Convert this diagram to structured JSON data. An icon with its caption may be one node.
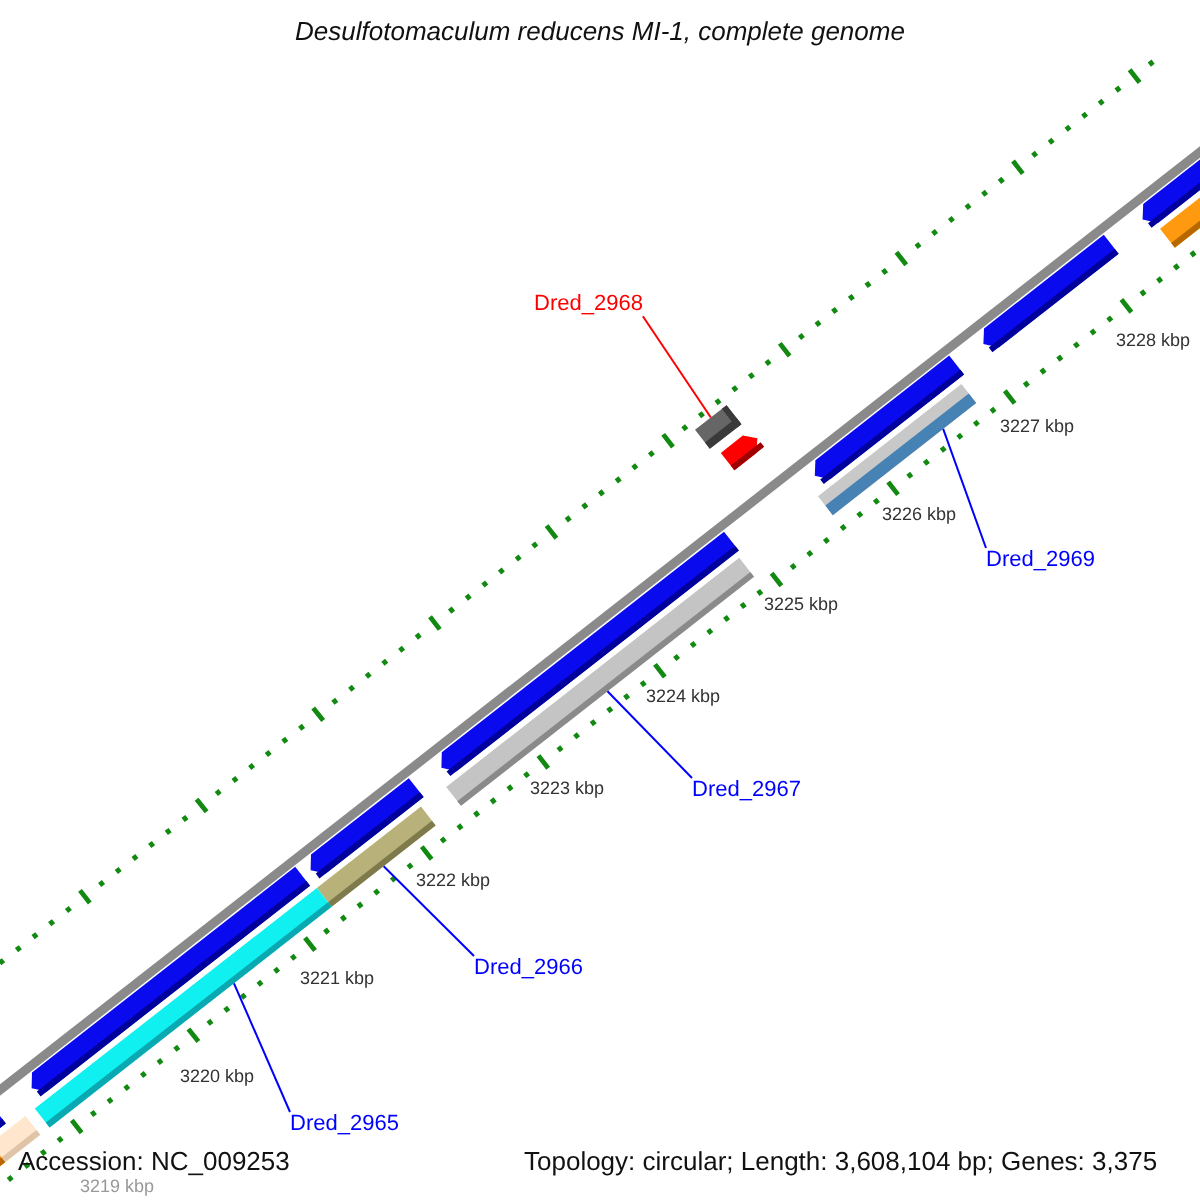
{
  "diagram": {
    "title": "Desulfotomaculum reducens MI-1, complete genome",
    "nodes": [
      {
        "text": [
          "Dred_2968"
        ]
      },
      {
        "text": [],
        "shape": "box"
      },
      {
        "text": [
          "Dred_2969"
        ]
      },
      {
        "text": [],
        "shape": "bar"
      },
      {
        "text": [
          "Dred_2967"
        ]
      },
      {
        "text": [],
        "shape": "bar"
      },
      {
        "text": [
          "Dred_2966"
        ]
      },
      {
        "text": [],
        "shape": "bar"
      },
      {
        "text": [
          "Dred_2965"
        ]
      },
      {
        "text": [],
        "shape": "bar"
      }
    ],
    "edges": [
      {
        "from": 0,
        "to": 1,
        "arrow": "none",
        "color": "#ff0000"
      },
      {
        "from": 2,
        "to": 3,
        "arrow": "none"
      },
      {
        "from": 4,
        "to": 5,
        "arrow": "none"
      },
      {
        "from": 6,
        "to": 7,
        "arrow": "none"
      },
      {
        "from": 8,
        "to": 9,
        "arrow": "none"
      }
    ],
    "labels": [
      "3228 kbp",
      "3227 kbp",
      "3226 kbp",
      "3225 kbp",
      "3224 kbp",
      "3223 kbp",
      "3222 kbp",
      "3221 kbp",
      "3220 kbp",
      "3219 kbp",
      "Accession: NC_009253",
      "Topology: circular; Length: 3,608,104 bp; Genes: 3,375"
    ]
  }
}
